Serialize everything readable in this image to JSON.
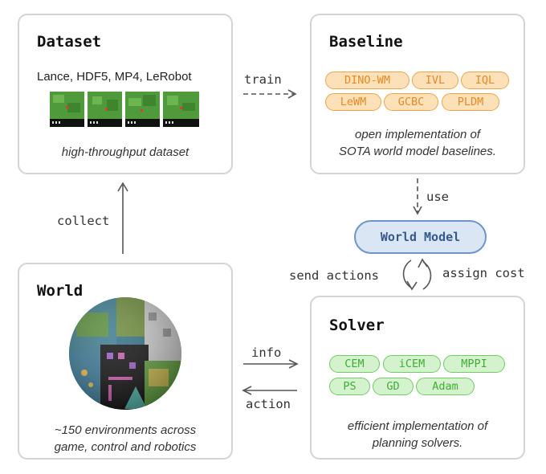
{
  "dataset": {
    "title": "Dataset",
    "formats": "Lance, HDF5, MP4, LeRobot",
    "caption": "high-throughput dataset",
    "thumbnails": [
      "frame",
      "frame",
      "frame",
      "frame"
    ]
  },
  "baseline": {
    "title": "Baseline",
    "methods": [
      "DINO-WM",
      "IVL",
      "IQL",
      "LeWM",
      "GCBC",
      "PLDM"
    ],
    "caption_line1": "open implementation of",
    "caption_line2": "SOTA world model baselines."
  },
  "world": {
    "title": "World",
    "caption_line1": "~150 environments across",
    "caption_line2": "game, control and robotics"
  },
  "solver": {
    "title": "Solver",
    "methods": [
      "CEM",
      "iCEM",
      "MPPI",
      "PS",
      "GD",
      "Adam"
    ],
    "caption_line1": "efficient implementation of",
    "caption_line2": "planning solvers."
  },
  "world_model": {
    "label": "World Model"
  },
  "arrows": {
    "train": "train",
    "collect": "collect",
    "use": "use",
    "send_actions": "send actions",
    "assign_cost": "assign cost",
    "info": "info",
    "action": "action"
  },
  "colors": {
    "card_border": "#d3d3d8",
    "orange_fill": "#fce0b8",
    "orange_stroke": "#eea34b",
    "green_fill": "#d4f2cd",
    "green_stroke": "#6fcd62",
    "world_model_fill": "#dbe6f4",
    "world_model_stroke": "#6f94c8"
  }
}
